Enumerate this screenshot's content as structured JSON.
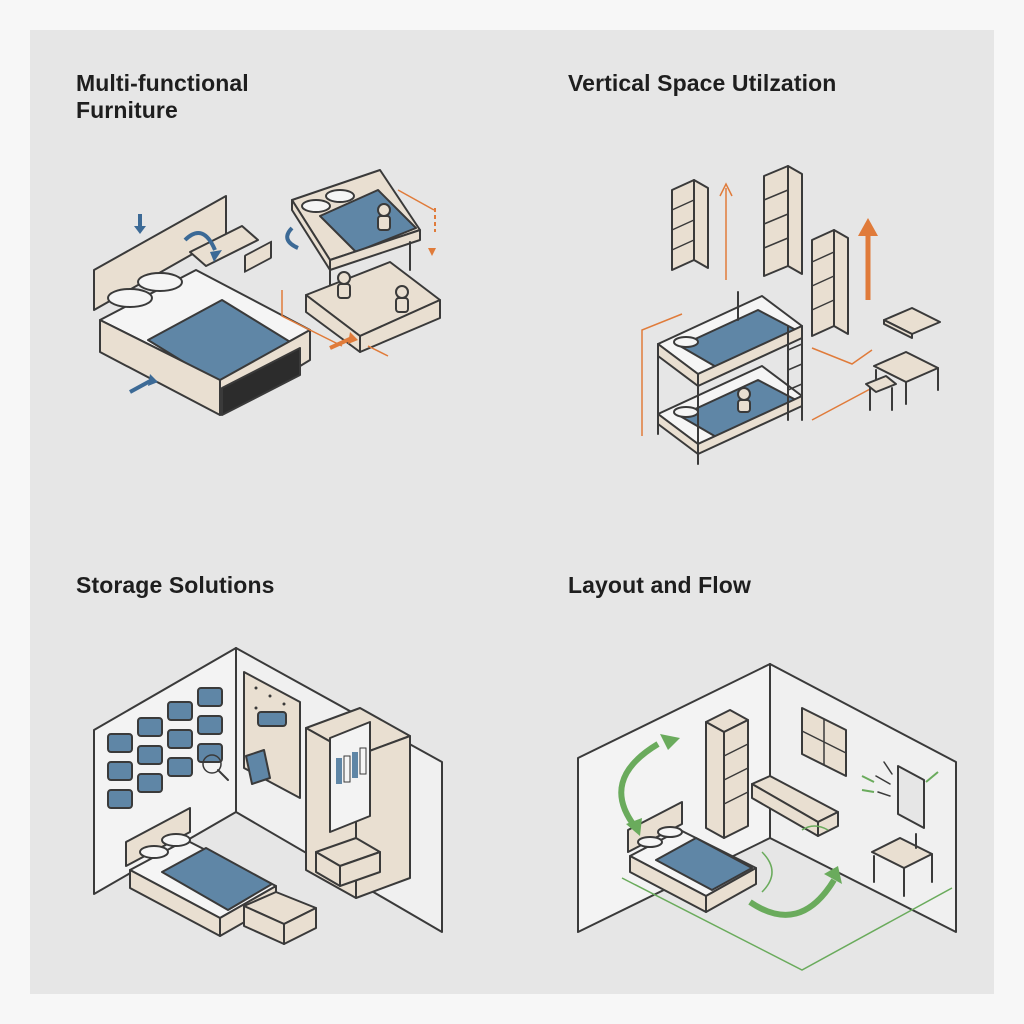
{
  "colors": {
    "background": "#e6e6e6",
    "frame": "#f7f7f7",
    "wood": "#e9dfd1",
    "blue": "#5f86a6",
    "orange": "#e07b3a",
    "green": "#6aab5c",
    "outline": "#3a3a3a"
  },
  "panels": [
    {
      "title_line1": "Multi-functional",
      "title_line2": "Furniture"
    },
    {
      "title_line1": "Vertical Space Utilzation",
      "title_line2": ""
    },
    {
      "title_line1": "Storage Solutions",
      "title_line2": ""
    },
    {
      "title_line1": "Layout and Flow",
      "title_line2": ""
    }
  ],
  "icons": {
    "panel1": [
      "storage-bed-icon",
      "fold-down-desk-icon",
      "loft-sofa-icon"
    ],
    "panel2": [
      "bunk-bed-icon",
      "tall-shelf-icon",
      "wall-desk-icon",
      "up-arrow-icon"
    ],
    "panel3": [
      "wall-bins-icon",
      "pegboard-icon",
      "wardrobe-icon",
      "bed-icon",
      "ottoman-icon"
    ],
    "panel4": [
      "room-icon",
      "window-icon",
      "mirror-icon",
      "flow-arrow-icon"
    ]
  }
}
